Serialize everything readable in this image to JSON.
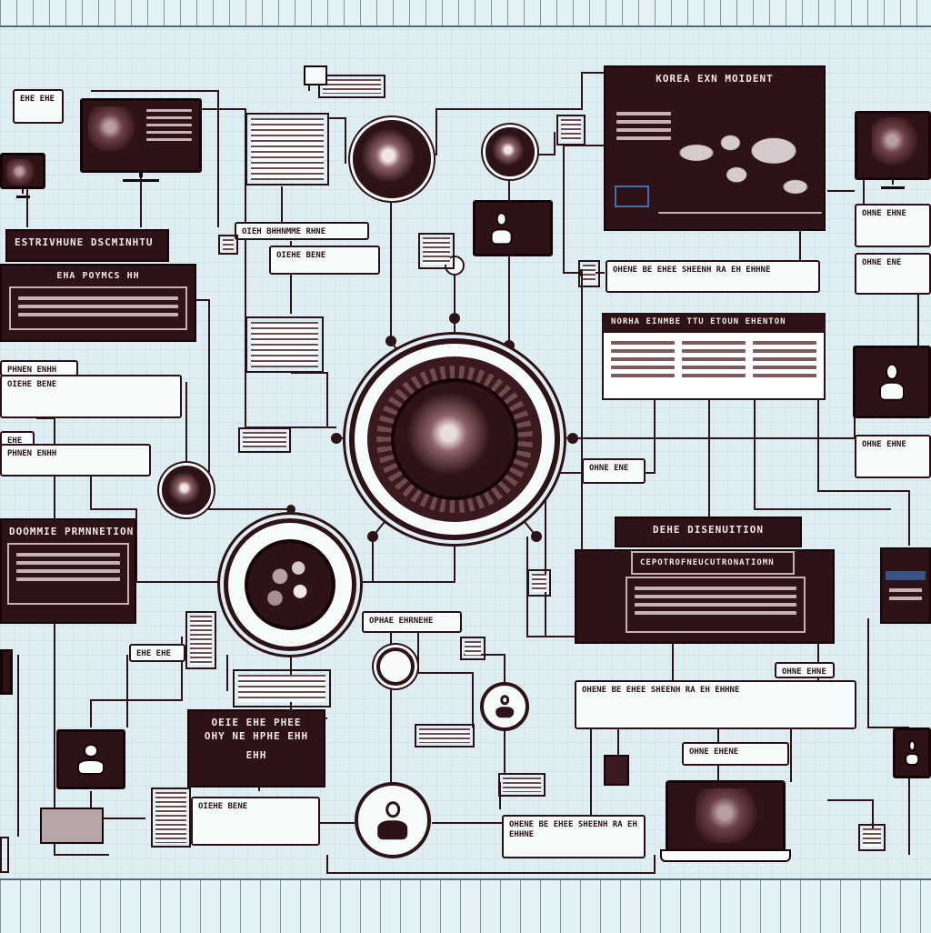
{
  "header": {
    "map_title": "KOREA EXN MOIDENT"
  },
  "panels": {
    "left_top_title": "ESTRIVHUNE DSCMINHTU",
    "left_top_sub": "EHA POYMCS HH",
    "left_mid_title": "DOOMMIE PRMNNETION",
    "right_mid_title": "NORHA EINMBE TTU ETOUN EHENTON",
    "right_dark_title": "DEHE DISENUITION",
    "right_dark_sub": "CEPOTROFNEUCUTRONATIOMN",
    "bottom_center_l1": "OEIE EHE PHEE",
    "bottom_center_l2": "OHY NE HPHE EHH",
    "bottom_center_l3": "EHH"
  },
  "labels": {
    "top_mid_header": "OIEH BHHNMME RHNE",
    "top_mid_note": "OIEHE BENE",
    "left_small_1": "PHNEN ENHH",
    "left_small_2": "EHE",
    "left_small_3": "EHE EHE",
    "right_long": "OHENE BE EHEE SHEENH RA EH EHHNE",
    "center_small": "OHNE ENE",
    "right_small": "OHNE EHNE",
    "bottom_mid_label": "OPHAE EHRNEHE",
    "bottom_right_box": "OHNE EHENE"
  },
  "colors": {
    "ink": "#2d1216",
    "paper": "#f6fbfc",
    "background": "#dfeef3",
    "accent": "#3f6fb6"
  }
}
